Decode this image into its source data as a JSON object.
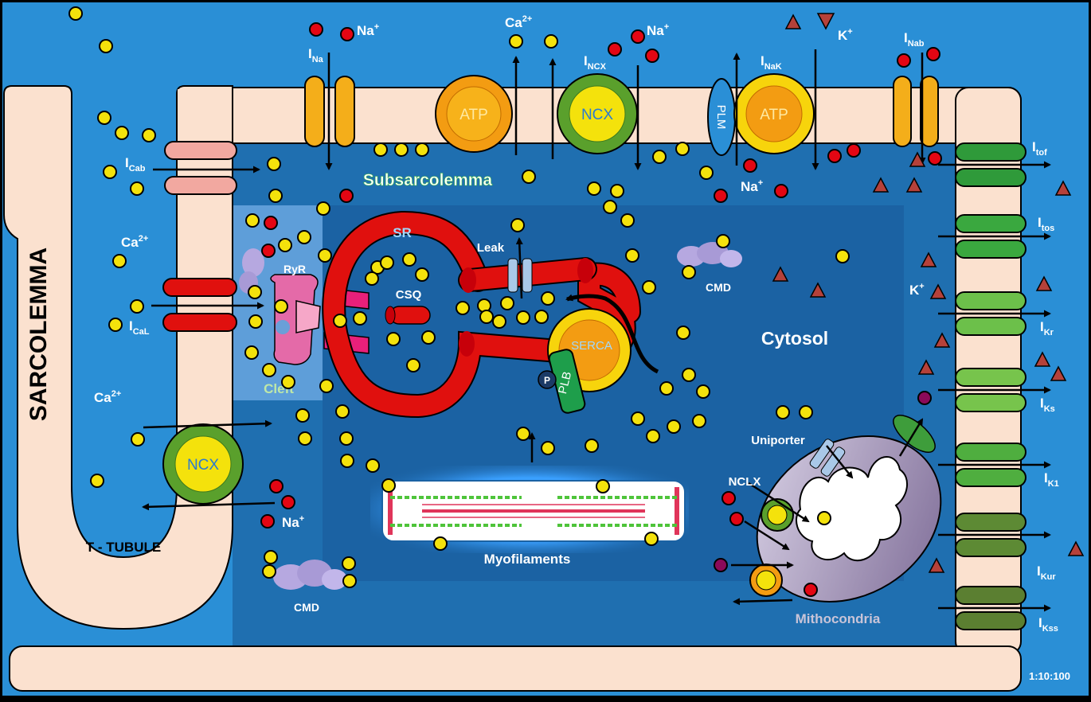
{
  "colors": {
    "background": "#2a8fd6",
    "subsarcolemma": "#1f6fb0",
    "cytosol": "#1b62a3",
    "cleft": "#5e9ed9",
    "membrane": "#fbe1cf",
    "calcium": "#f4e20c",
    "sodium": "#e30613",
    "potassium": "#b5413a",
    "sr": "#e0100e",
    "ncx_ring": "#5aa02c",
    "atp_ring": "#f39c12",
    "channel_green": "#3e9d3b"
  },
  "labels": {
    "sarcolemma": "SARCOLEMMA",
    "t_tubule": "T - TUBULE",
    "subsarcolemma": "Subsarcolemma",
    "cytosol": "Cytosol",
    "cleft": "Cleft",
    "sr": "SR",
    "csq": "CSQ",
    "leak": "Leak",
    "ryr": "RyR",
    "serca": "SERCA",
    "plb": "PLB",
    "p": "P",
    "plm": "PLM",
    "myofilaments": "Myofilaments",
    "mitochondria": "Mithocondria",
    "uniporter": "Uniporter",
    "nclx": "NCLX",
    "cmd_top": "CMD",
    "cmd_bottom": "CMD",
    "ratio": "1:10:100",
    "ncx_top": "NCX",
    "ncx_left": "NCX",
    "atp_1": "ATP",
    "atp_2": "ATP"
  },
  "currents": {
    "ina_main": "I",
    "ina_sub": "Na",
    "incx_main": "I",
    "incx_sub": "NCX",
    "inak_main": "I",
    "inak_sub": "NaK",
    "inab_main": "I",
    "inab_sub": "Nab",
    "icab_main": "I",
    "icab_sub": "Cab",
    "ical_main": "I",
    "ical_sub": "CaL",
    "itof_main": "I",
    "itof_sub": "tof",
    "itos_main": "I",
    "itos_sub": "tos",
    "ikr_main": "I",
    "ikr_sub": "Kr",
    "iks_main": "I",
    "iks_sub": "Ks",
    "ik1_main": "I",
    "ik1_sub": "K1",
    "ikur_main": "I",
    "ikur_sub": "Kur",
    "ikss_main": "I",
    "ikss_sub": "Kss"
  },
  "ions": {
    "na_top": "Na",
    "na_top_charge": "+",
    "na_ncx": "Na",
    "na_ncx_charge": "+",
    "na_nak": "Na",
    "na_nak_charge": "+",
    "na_left": "Na",
    "na_left_charge": "+",
    "ca_top": "Ca",
    "ca_top_charge": "2+",
    "ca_left1": "Ca",
    "ca_left1_charge": "2+",
    "ca_left2": "Ca",
    "ca_left2_charge": "2+",
    "k_top": "K",
    "k_top_charge": "+",
    "k_right": "K",
    "k_right_charge": "+"
  }
}
